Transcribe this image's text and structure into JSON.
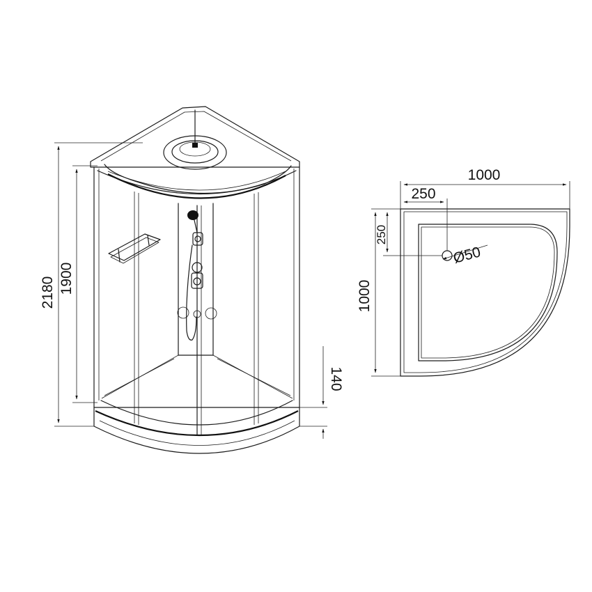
{
  "front_view": {
    "dimensions": {
      "total_height": "2180",
      "glass_height": "1900",
      "tray_height": "140"
    }
  },
  "top_view": {
    "dimensions": {
      "width": "1000",
      "depth": "1000",
      "drain_offset_x": "250",
      "drain_offset_y": "250",
      "drain_diameter": "Ø50"
    }
  }
}
